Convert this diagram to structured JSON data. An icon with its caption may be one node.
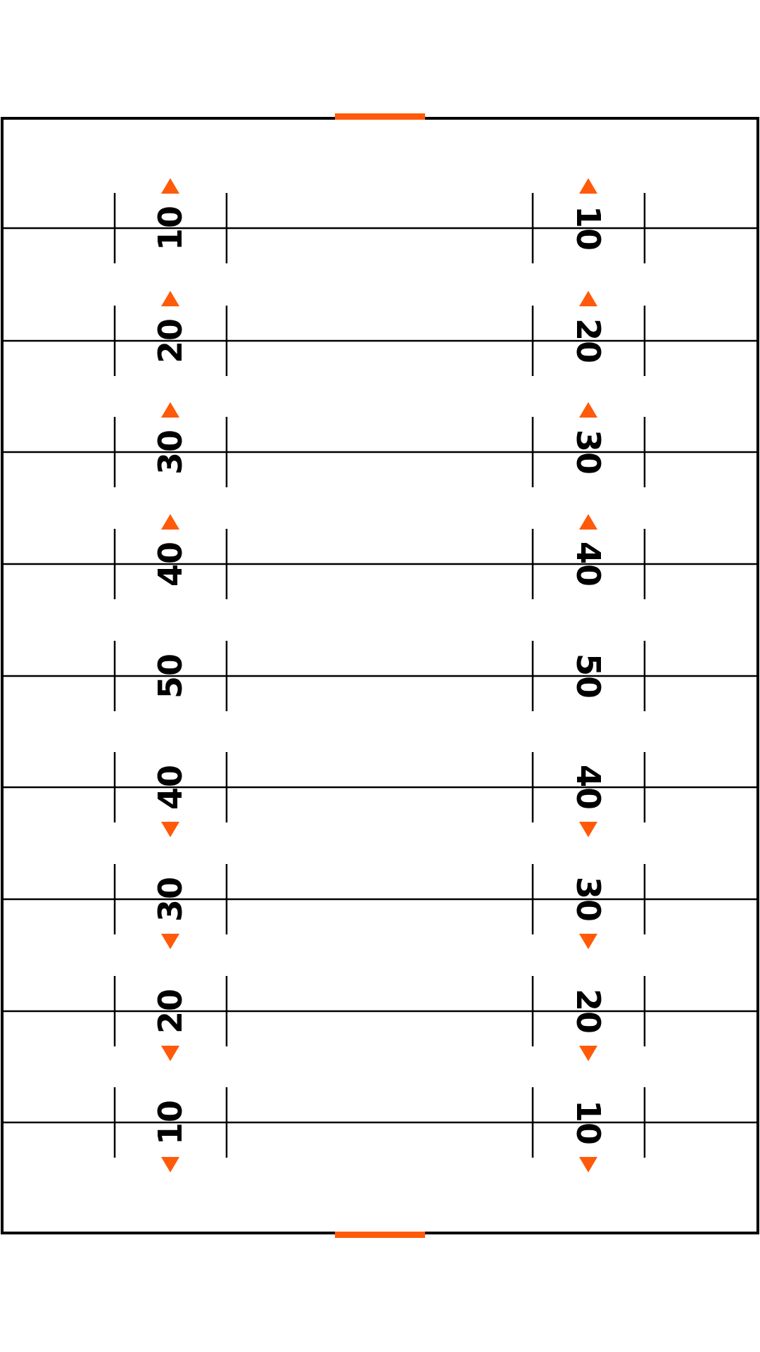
{
  "diagram": {
    "labels": [
      "10",
      "10",
      "20",
      "20",
      "30",
      "30",
      "40",
      "40",
      "50",
      "50",
      "40",
      "40",
      "30",
      "30",
      "20",
      "20",
      "10",
      "10"
    ]
  }
}
